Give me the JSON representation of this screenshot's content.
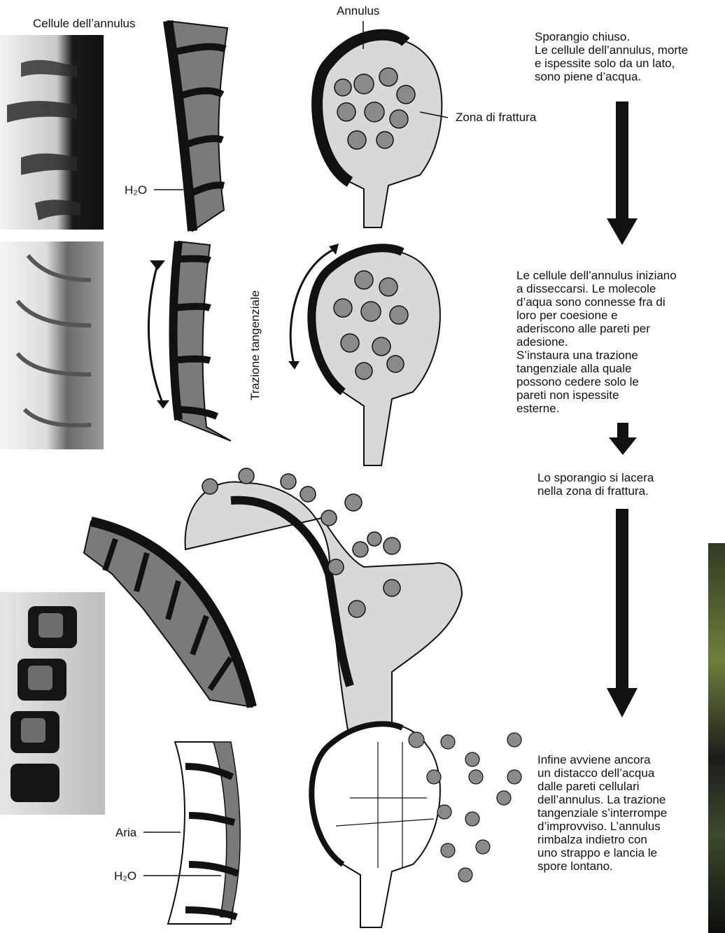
{
  "labels": {
    "annulus_cells": "Cellule dell’annulus",
    "annulus": "Annulus",
    "fracture_zone": "Zona di frattura",
    "water_top": "H₂O",
    "water_bottom": "H₂O",
    "air": "Aria",
    "tangential_traction": "Trazione tangenziale"
  },
  "steps": [
    {
      "text": "Sporangio chiuso.\nLe cellule dell’annulus, morte\ne ispessite solo da un lato,\nsono piene d’acqua."
    },
    {
      "text": "Le cellule dell’annulus iniziano\na disseccarsi. Le molecole\nd’aqua sono connesse fra di\nloro per coesione e\naderiscono alle pareti per\nadesione.\nS’instaura una trazione\ntangenziale alla quale\npossono cedere solo le\npareti non ispessite\nesterne."
    },
    {
      "text": "Lo sporangio si lacera\nnella zona di frattura."
    },
    {
      "text": "Infine avviene ancora\nun distacco dell’acqua\ndalle pareti cellulari\ndell’annulus. La trazione\ntangenziale s’interrompe\nd’improvviso. L’annulus\nrimbalza indietro con\nuno strappo e lancia le\nspore lontano."
    }
  ],
  "colors": {
    "wall": "#1a1a1a",
    "water": "#7a7a7a",
    "cell": "#d8d8d8",
    "spore": "#8a8a8a"
  }
}
